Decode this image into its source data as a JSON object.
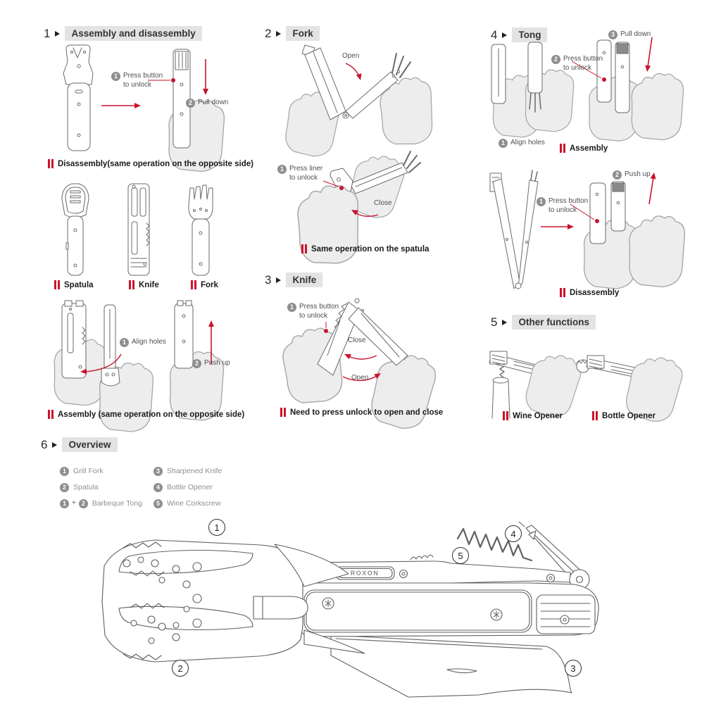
{
  "colors": {
    "accent_red": "#C9132E",
    "header_bg": "#E3E3E3",
    "header_text": "#333333",
    "caption_text": "#1A1A1A",
    "label_text": "#4F4F4F",
    "badge_bg": "#8E8E8E",
    "legend_text": "#8F8F8F",
    "line_gray": "#6A6A6A",
    "hand_fill": "#EDEDED"
  },
  "icons": {
    "section_arrow": "right-triangle",
    "caption_marker": "double-red-bars"
  },
  "s1": {
    "num": "1",
    "title": "Assembly and disassembly",
    "step1_num": "1",
    "step1_text": "Press button\nto unlock",
    "step2_num": "2",
    "step2_text": "Pull down",
    "cap_disassembly": "Disassembly(same operation on the opposite side)",
    "tool1": "Spatula",
    "tool2": "Knife",
    "tool3": "Fork",
    "step3_num": "1",
    "step3_text": "Align holes",
    "step4_num": "2",
    "step4_text": "Push up",
    "cap_assembly": "Assembly (same operation on the opposite side)"
  },
  "s2": {
    "num": "2",
    "title": "Fork",
    "open": "Open",
    "step1_num": "1",
    "step1_text": "Press liner\nto unlock",
    "close": "Close",
    "cap": "Same operation on the spatula"
  },
  "s3": {
    "num": "3",
    "title": "Knife",
    "step1_num": "1",
    "step1_text": "Press button\nto unlock",
    "close": "Close",
    "open": "Open",
    "cap": "Need to press unlock to open and close"
  },
  "s4": {
    "num": "4",
    "title": "Tong",
    "a_step3_num": "3",
    "a_step3_text": "Pull down",
    "a_step2_num": "2",
    "a_step2_text": "Press button\nto unlock",
    "a_step1_num": "1",
    "a_step1_text": "Align holes",
    "cap_assembly": "Assembly",
    "d_step2_num": "2",
    "d_step2_text": "Push up",
    "d_step1_num": "1",
    "d_step1_text": "Press button\nto unlock",
    "cap_disassembly": "Disassembly"
  },
  "s5": {
    "num": "5",
    "title": "Other functions",
    "cap_wine": "Wine Opener",
    "cap_bottle": "Bottle Opener"
  },
  "s6": {
    "num": "6",
    "title": "Overview",
    "legend_l1_num": "1",
    "legend_l1": "Grill Fork",
    "legend_l2_num": "2",
    "legend_l2": "Spatula",
    "legend_l3_num1": "1",
    "legend_l3_plus": "+",
    "legend_l3_num2": "2",
    "legend_l3": "Barbeque Tong",
    "legend_r1_num": "3",
    "legend_r1": "Sharpened Knife",
    "legend_r2_num": "4",
    "legend_r2": "Bottle Opener",
    "legend_r3_num": "5",
    "legend_r3": "Wine Corkscrew",
    "callout1": "1",
    "callout2": "2",
    "callout3": "3",
    "callout4": "4",
    "callout5": "5",
    "logo": "ROXON"
  }
}
